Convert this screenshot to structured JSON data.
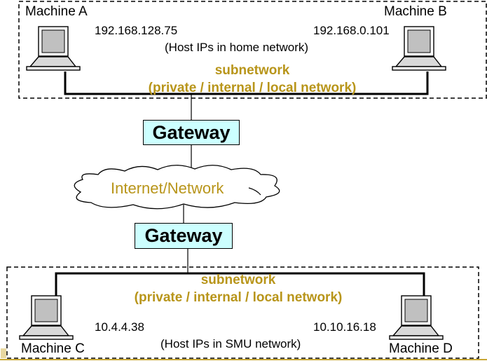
{
  "top_network": {
    "machine_a": {
      "label": "Machine A",
      "ip": "192.168.128.75"
    },
    "machine_b": {
      "label": "Machine B",
      "ip": "192.168.0.101"
    },
    "note": "(Host IPs in home network)",
    "subnet_title": "subnetwork",
    "subnet_subtitle": "(private / internal / local network)",
    "gateway": "Gateway"
  },
  "internet": {
    "label": "Internet/Network"
  },
  "bottom_network": {
    "gateway": "Gateway",
    "subnet_title": "subnetwork",
    "subnet_subtitle": "(private / internal / local network)",
    "machine_c": {
      "label": "Machine C",
      "ip": "10.4.4.38"
    },
    "machine_d": {
      "label": "Machine D",
      "ip": "10.10.16.18"
    },
    "note": "(Host IPs in SMU network)"
  },
  "colors": {
    "subnet_text": "#b8951a",
    "gateway_fill": "#ccffff",
    "screen": "#c0c0c0",
    "divider": "#c8a632"
  },
  "icons": {
    "machine": "laptop-icon",
    "cloud": "cloud-icon"
  }
}
